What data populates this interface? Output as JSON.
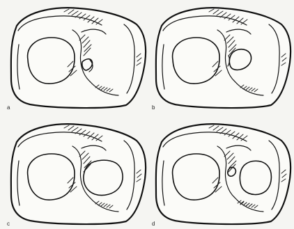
{
  "figure": {
    "panels": [
      {
        "label": "a",
        "variant": "small-right-loop"
      },
      {
        "label": "b",
        "variant": "medium-right-loop"
      },
      {
        "label": "c",
        "variant": "large-right-loop"
      },
      {
        "label": "d",
        "variant": "large-right-loop-with-small-circle"
      }
    ]
  }
}
